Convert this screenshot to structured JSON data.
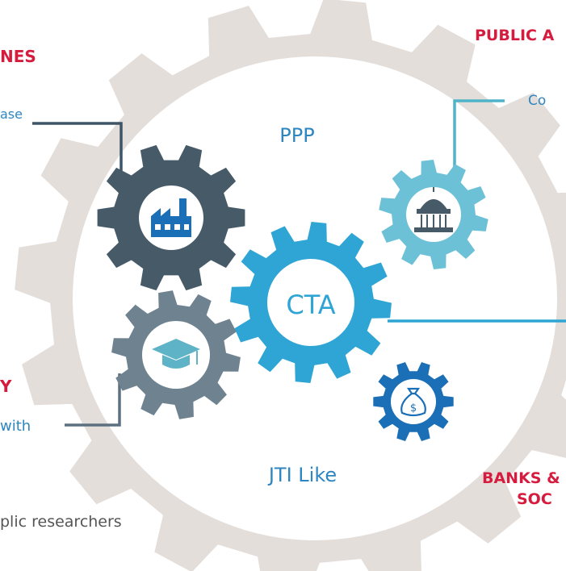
{
  "labels": {
    "left_top_header": "NES",
    "left_top_text": "ase",
    "left_bottom_header": "Y",
    "left_bottom_text": "with",
    "bottom_text": "plic researchers",
    "top_right_header": "PUBLIC A",
    "top_right_text": "Co",
    "bottom_right_header_line1": "BANKS &",
    "bottom_right_header_line2": "SOC",
    "center_top": "PPP",
    "center_bottom": "JTI Like",
    "hub": "CTA"
  },
  "icons": {
    "factory": "factory-icon",
    "capitol": "capitol-building-icon",
    "graduation": "graduation-cap-icon",
    "money": "money-bag-icon"
  },
  "colors": {
    "red": "#d51c3e",
    "blue": "#2e86c1",
    "teal": "#5fb3c6",
    "big_gear": "#e4dedb",
    "dark_gear": "#465a68",
    "slate_gear": "#6f8290",
    "cta_gear": "#2ea5d4",
    "public_gear": "#6cc1d6",
    "money_gear": "#1a6fb6",
    "connector_dark": "#3d5566",
    "connector_teal": "#4fb3c9",
    "text_grey": "#555555"
  }
}
